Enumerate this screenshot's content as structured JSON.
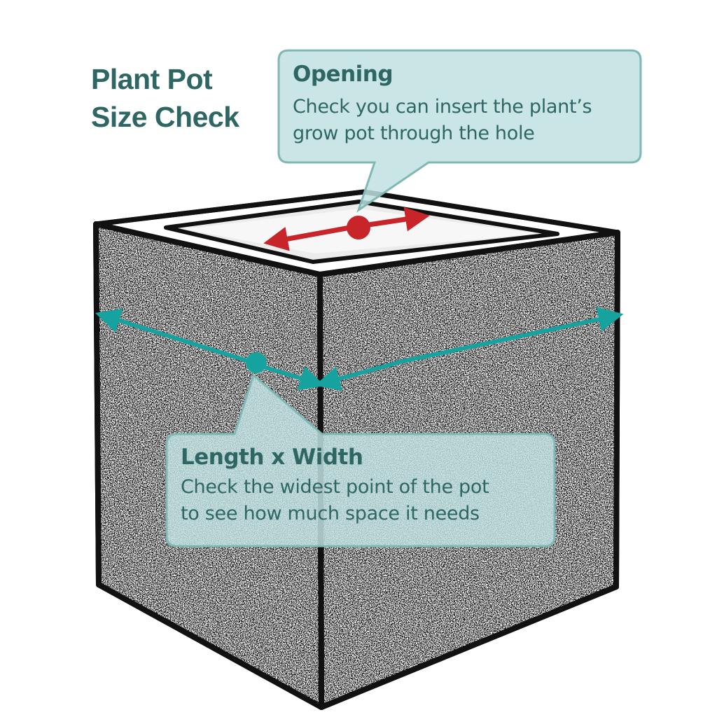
{
  "title": {
    "line1": "Plant Pot",
    "line2": "Size Check"
  },
  "callouts": {
    "opening": {
      "heading": "Opening",
      "line1": "Check you can insert the plant’s",
      "line2": "grow pot through the hole"
    },
    "length_width": {
      "heading": "Length x Width",
      "line1": "Check the widest point of the pot",
      "line2": "to see how much space it needs"
    }
  },
  "colors": {
    "title_teal": "#2e6663",
    "callout_fill": "#bfe1e1",
    "callout_border": "#7fb8b5",
    "measure_teal": "#16a3a0",
    "opening_red": "#c8252a",
    "outline": "#111111"
  }
}
